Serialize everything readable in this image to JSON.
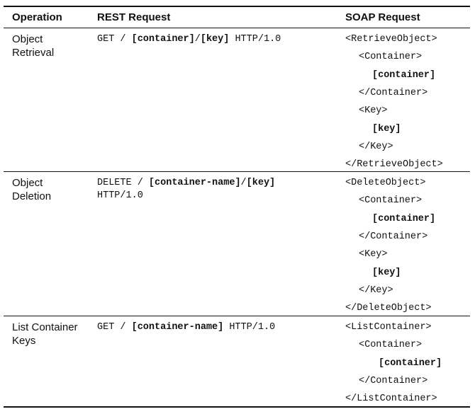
{
  "headers": {
    "operation": "Operation",
    "rest": "REST Request",
    "soap": "SOAP Request"
  },
  "rows": [
    {
      "operation": [
        "Object",
        "Retrieval"
      ],
      "rest": [
        [
          {
            "t": "GET / ",
            "b": false
          },
          {
            "t": "[container]",
            "b": true
          },
          {
            "t": "/",
            "b": false
          },
          {
            "t": "[key]",
            "b": true
          },
          {
            "t": " HTTP/1.0",
            "b": false
          }
        ]
      ],
      "soap": [
        {
          "t": "<RetrieveObject>",
          "b": false
        },
        {
          "t": "<Container>",
          "b": false
        },
        {
          "t": "[container]",
          "b": true
        },
        {
          "t": "</Container>",
          "b": false
        },
        {
          "t": "<Key>",
          "b": false
        },
        {
          "t": "[key]",
          "b": true
        },
        {
          "t": "</Key>",
          "b": false
        },
        {
          "t": "</RetrieveObject>",
          "b": false
        }
      ]
    },
    {
      "operation": [
        "Object",
        "Deletion"
      ],
      "rest": [
        [
          {
            "t": "DELETE / ",
            "b": false
          },
          {
            "t": "[container-name]",
            "b": true
          },
          {
            "t": "/",
            "b": false
          },
          {
            "t": "[key]",
            "b": true
          }
        ],
        [
          {
            "t": "HTTP/1.0",
            "b": false
          }
        ]
      ],
      "soap": [
        {
          "t": "<DeleteObject>",
          "b": false
        },
        {
          "t": "<Container>",
          "b": false
        },
        {
          "t": "[container]",
          "b": true
        },
        {
          "t": "</Container>",
          "b": false
        },
        {
          "t": "<Key>",
          "b": false
        },
        {
          "t": "[key]",
          "b": true
        },
        {
          "t": "</Key>",
          "b": false
        },
        {
          "t": "</DeleteObject>",
          "b": false
        }
      ]
    },
    {
      "operation": [
        "List Container",
        "Keys"
      ],
      "rest": [
        [
          {
            "t": "GET / ",
            "b": false
          },
          {
            "t": "[container-name]",
            "b": true
          },
          {
            "t": " HTTP/1.0",
            "b": false
          }
        ]
      ],
      "soap": [
        {
          "t": "<ListContainer>",
          "b": false
        },
        {
          "t": "<Container>",
          "b": false
        },
        {
          "t": "[container]",
          "b": true
        },
        {
          "t": "</Container>",
          "b": false
        },
        {
          "t": "</ListContainer>",
          "b": false
        }
      ]
    }
  ]
}
